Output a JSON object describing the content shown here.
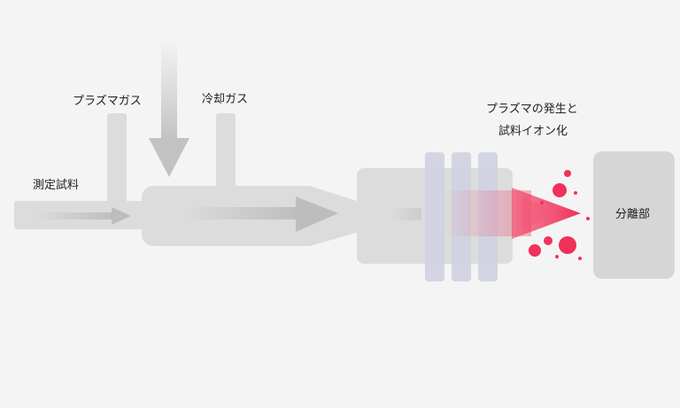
{
  "labels": {
    "sample": "測定試料",
    "plasma_gas": "プラズマガス",
    "cooling_gas": "冷却ガス",
    "plasma_line1": "プラズマの発生と",
    "plasma_line2": "試料イオン化",
    "separator": "分離部"
  },
  "colors": {
    "background": "#f4f4f4",
    "tube": "#dcdcdc",
    "arrow": "#bcbcbc",
    "coil": "#cfd1e0",
    "plasma": "#f0325a"
  }
}
